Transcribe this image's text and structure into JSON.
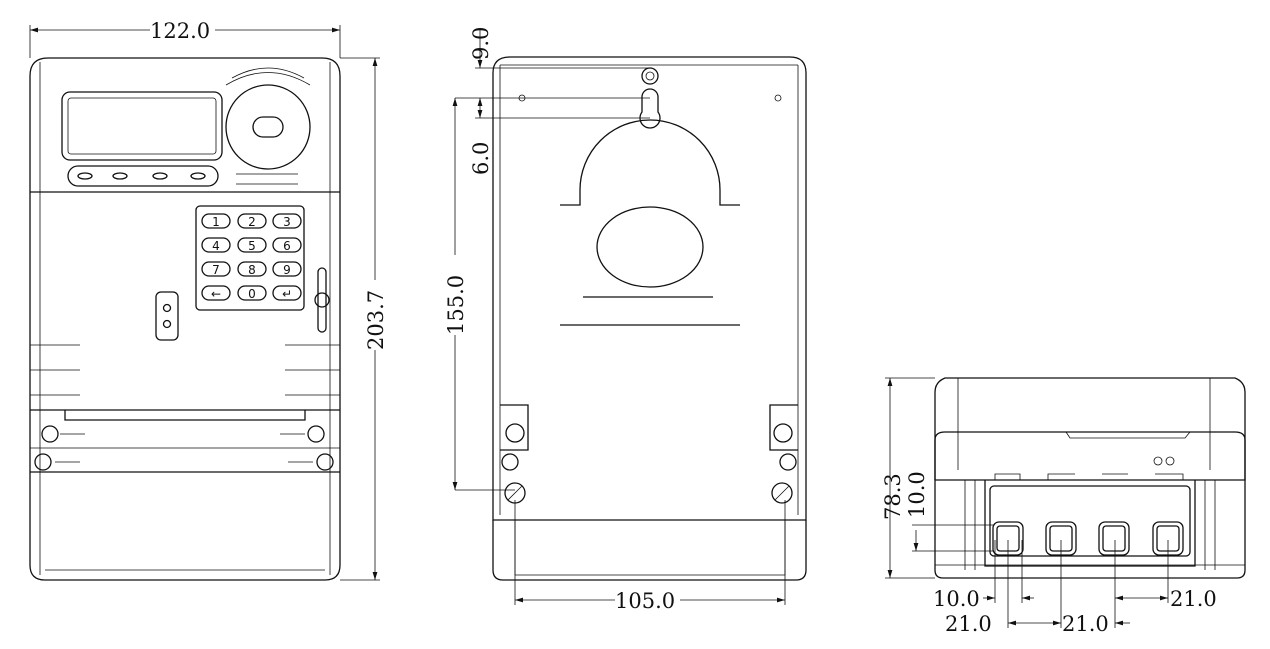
{
  "front_view": {
    "width_label": "122.0",
    "height_label": "203.7",
    "keypad": [
      "1",
      "2",
      "3",
      "4",
      "5",
      "6",
      "7",
      "8",
      "9",
      "←",
      "0",
      "↵"
    ]
  },
  "back_view": {
    "top_offset_label": "9.0",
    "hole_spacing_label": "6.0",
    "mount_height_label": "155.0",
    "mount_width_label": "105.0"
  },
  "side_view": {
    "depth_label": "78.3",
    "terminal_height_label": "10.0",
    "terminal_width_label": "10.0",
    "pitch_labels": [
      "21.0",
      "21.0",
      "21.0"
    ]
  }
}
